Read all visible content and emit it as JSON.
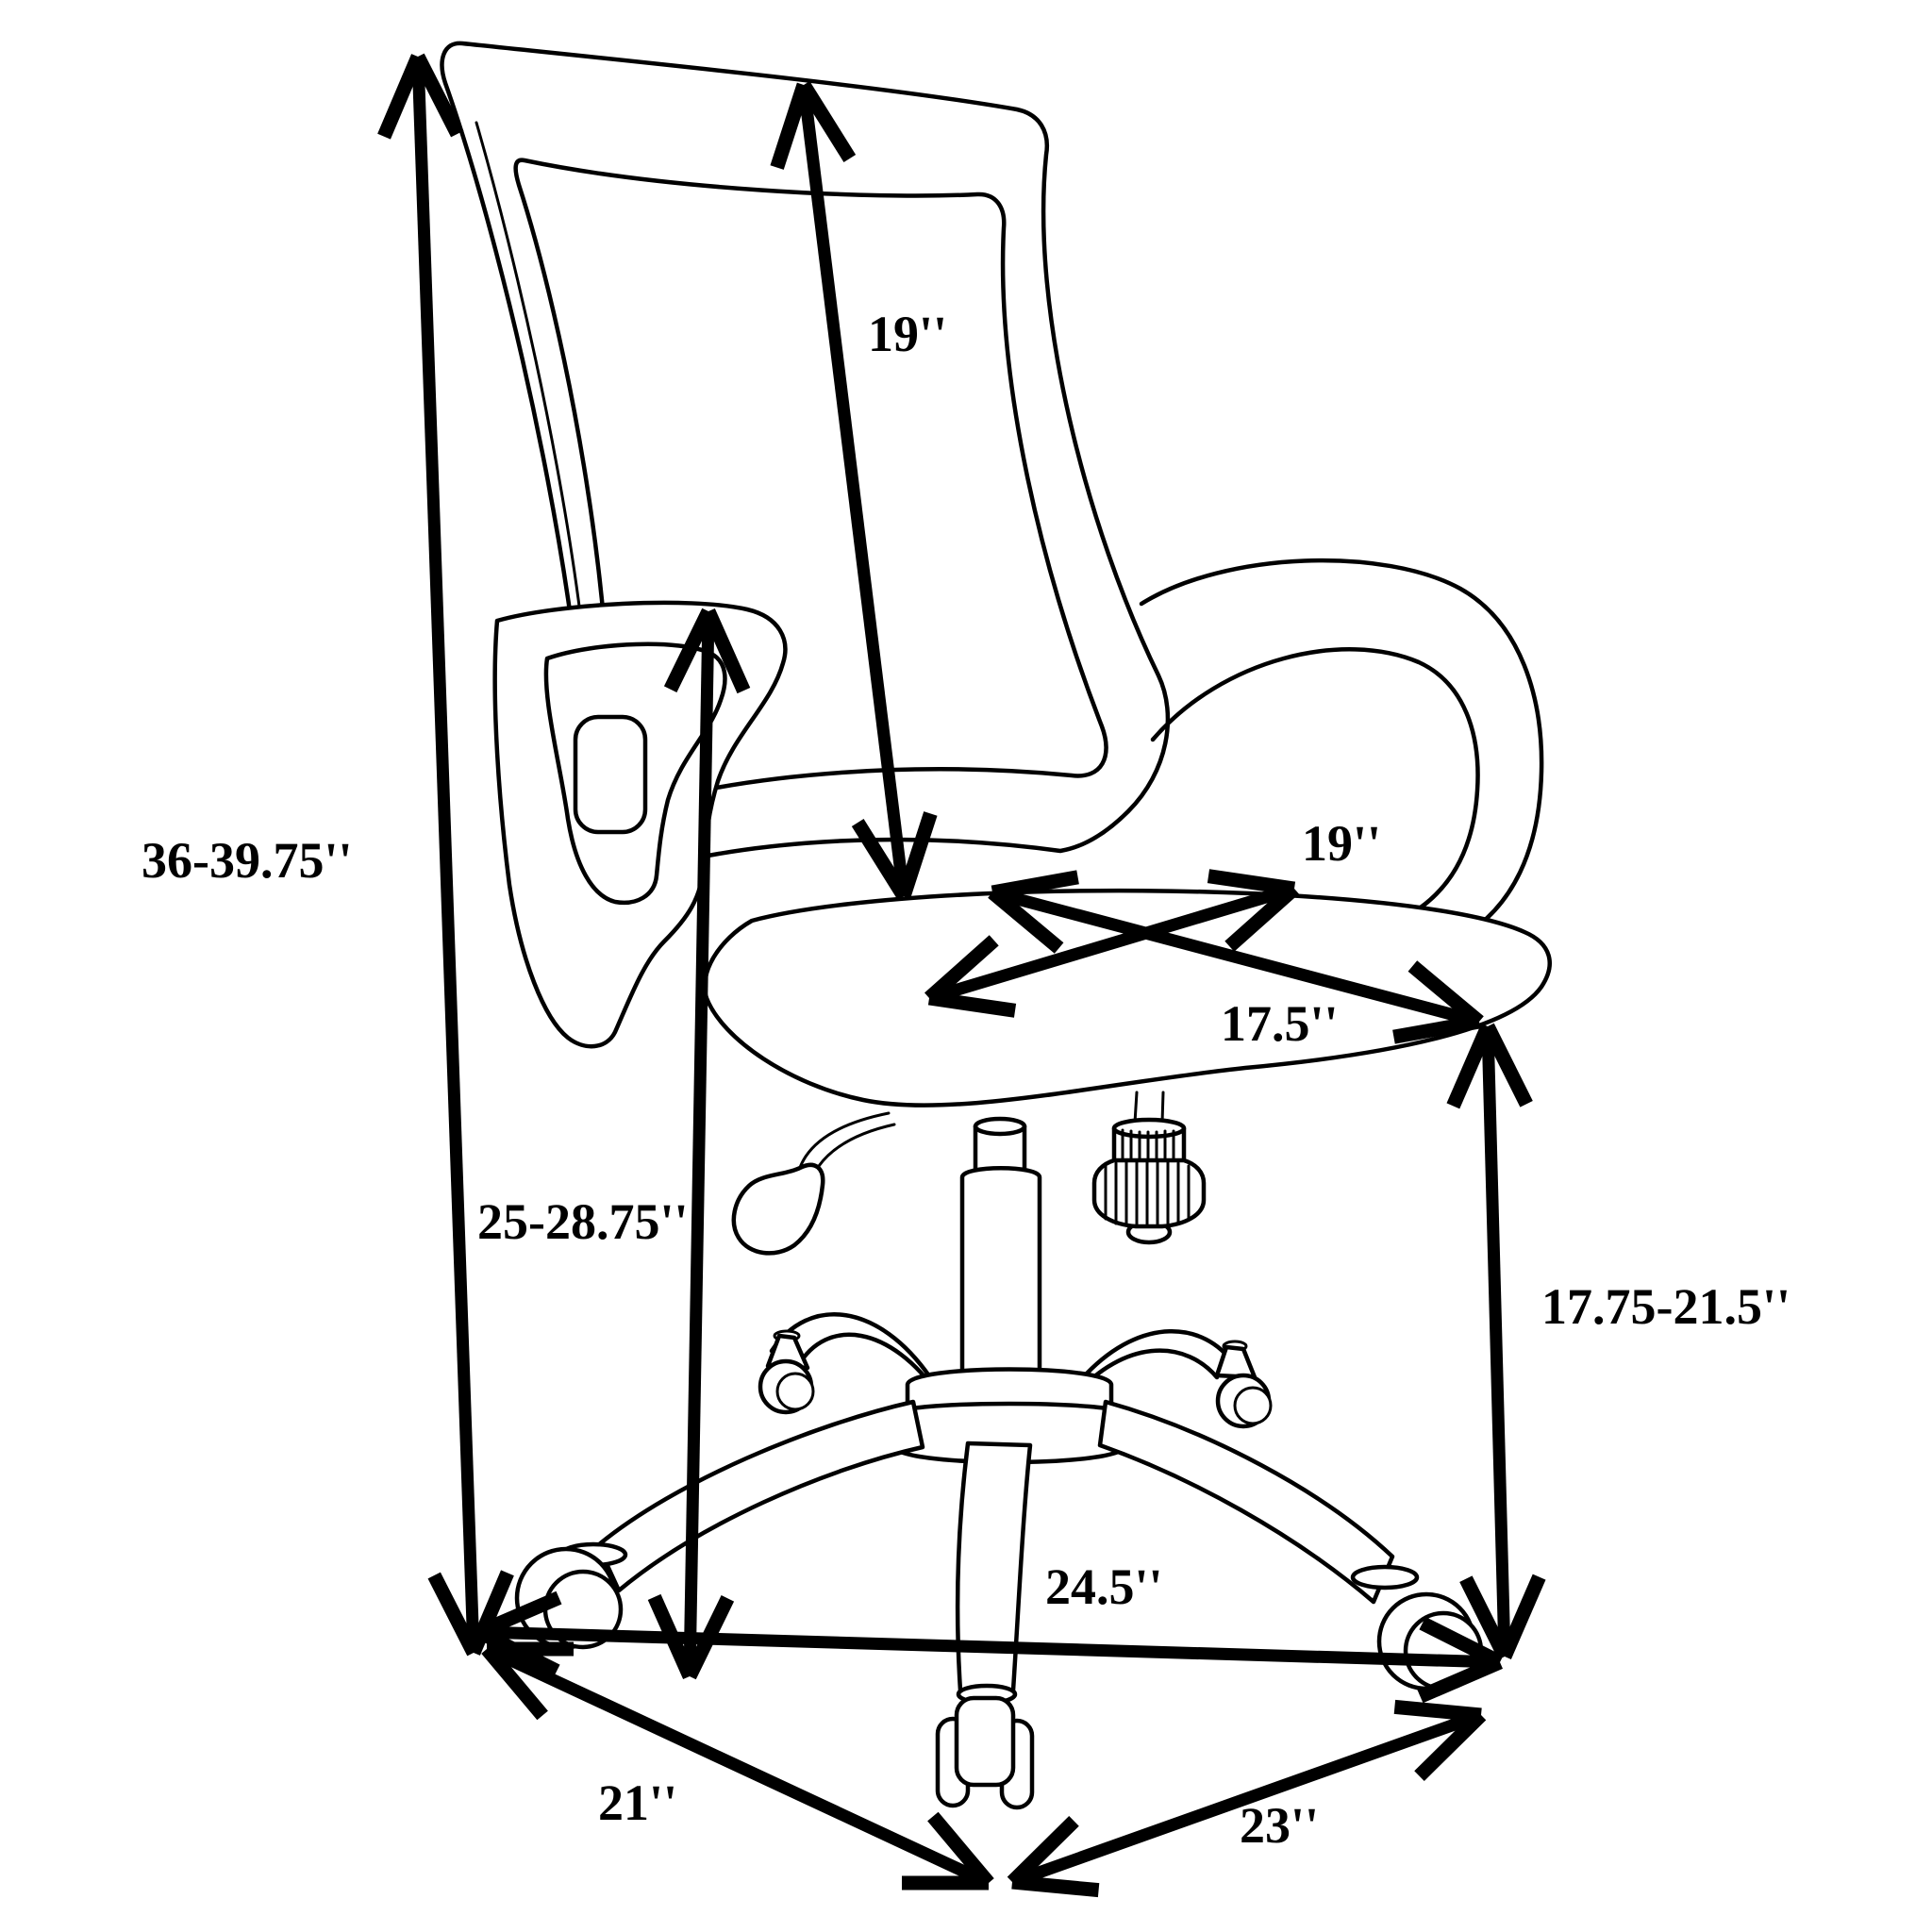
{
  "figure": {
    "background_color": "#ffffff",
    "line_color": "#000000"
  },
  "dimensions": {
    "overall_height": {
      "label": "36-39.75''"
    },
    "backrest_height": {
      "label": "19''"
    },
    "seat_width": {
      "label": "19''"
    },
    "seat_depth": {
      "label": "17.5''"
    },
    "armrest_height": {
      "label": "25-28.75''"
    },
    "seat_height": {
      "label": "17.75-21.5''"
    },
    "base_width": {
      "label": "24.5''"
    },
    "base_diagonal_left": {
      "label": "21''"
    },
    "base_diagonal_right": {
      "label": "23''"
    }
  }
}
